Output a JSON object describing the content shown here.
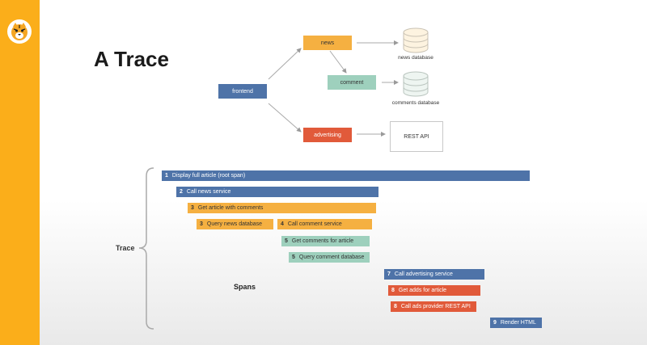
{
  "title": "A Trace",
  "nodes": {
    "frontend": "frontend",
    "news": "news",
    "comment": "comment",
    "advertising": "advertising",
    "rest_api": "REST API"
  },
  "databases": {
    "news": "news database",
    "comments": "comments database"
  },
  "trace_label": "Trace",
  "spans_label": "Spans",
  "spans": [
    {
      "num": "1",
      "label": "Display full article (root span)",
      "color": "#4e73a8"
    },
    {
      "num": "2",
      "label": "Call news service",
      "color": "#4e73a8"
    },
    {
      "num": "3",
      "label": "Get article with comments",
      "color": "#f5b041"
    },
    {
      "num": "3",
      "label": "Query news database",
      "color": "#f5b041"
    },
    {
      "num": "4",
      "label": "Call comment service",
      "color": "#f5b041"
    },
    {
      "num": "5",
      "label": "Get comments for article",
      "color": "#9ed0bd"
    },
    {
      "num": "5",
      "label": "Query comment database",
      "color": "#9ed0bd"
    },
    {
      "num": "7",
      "label": "Call advertising service",
      "color": "#4e73a8"
    },
    {
      "num": "8",
      "label": "Get adds for article",
      "color": "#e15a3a"
    },
    {
      "num": "8",
      "label": "Call ads provider REST API",
      "color": "#e15a3a"
    },
    {
      "num": "9",
      "label": "Render HTML",
      "color": "#4e73a8"
    }
  ],
  "colors": {
    "sidebar": "#fbae1a",
    "blue": "#4e73a8",
    "yellow": "#f5b041",
    "teal": "#9ed0bd",
    "red": "#e15a3a"
  }
}
